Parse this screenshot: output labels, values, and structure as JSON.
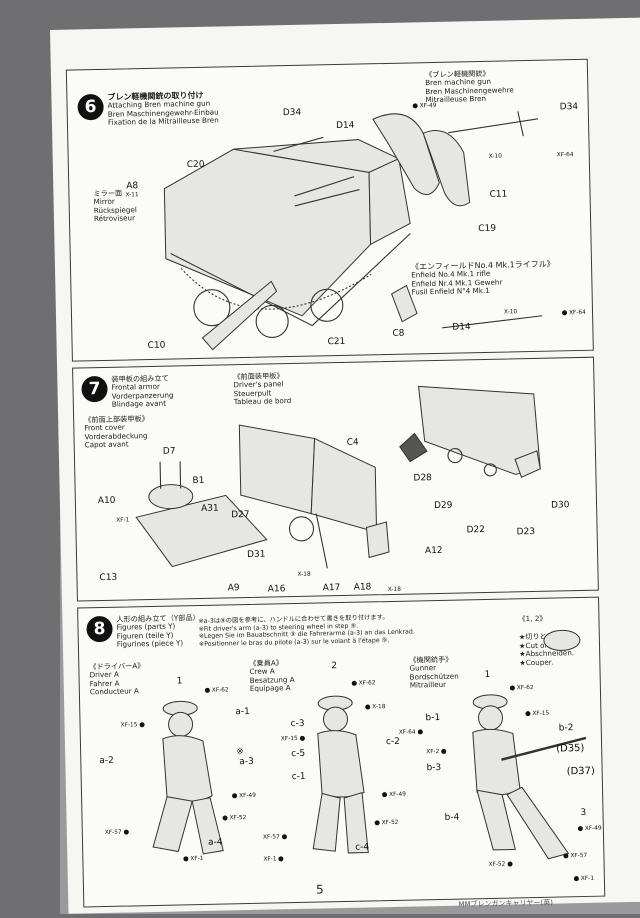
{
  "page_number": "5",
  "footer": "MMブレンガンキャリヤー(英)",
  "step6": {
    "number": "6",
    "title_lines": [
      "ブレン軽機関銃の取り付け",
      "Attaching Bren machine gun",
      "Bren Maschinengewehr-Einbau",
      "Fixation de la Mitrailleuse Bren"
    ],
    "mirror_lines": [
      "ミラー面",
      "Mirror",
      "Rückspiegel",
      "Rétroviseur"
    ],
    "bren_lines": [
      "《ブレン軽機関銃》",
      "Bren machine gun",
      "Bren Maschinengewehre",
      "Mitrailleuse Bren"
    ],
    "enfield_lines": [
      "《エンフィールドNo.4 Mk.1ライフル》",
      "Enfield No.4 Mk.1 rifle",
      "Enfield Nr.4 Mk.1 Gewehr",
      "Fusil Enfield N°4 Mk.1"
    ],
    "parts": {
      "d34a": "D34",
      "d14a": "D14",
      "c20": "C20",
      "a8": "A8",
      "c11": "C11",
      "c19": "C19",
      "c21": "C21",
      "c8": "C8",
      "c10": "C10",
      "d34b": "D34",
      "d14b": "D14"
    },
    "colors": {
      "x11": "X-11",
      "xf49": "XF-49",
      "x10a": "X-10",
      "xf64a": "XF-64",
      "x10b": "X-10",
      "xf64b": "XF-64"
    }
  },
  "step7": {
    "number": "7",
    "title_lines": [
      "装甲板の組み立て",
      "Frontal armor",
      "Vorderpanzerung",
      "Blindage avant"
    ],
    "front_cover_lines": [
      "《前面上部装甲板》",
      "Front cover",
      "Vorderabdeckung",
      "Capot avant"
    ],
    "drivers_panel_lines": [
      "《前面装甲板》",
      "Driver's panel",
      "Steuerpult",
      "Tableau de bord"
    ],
    "parts": {
      "d7": "D7",
      "b1": "B1",
      "a10": "A10",
      "a31": "A31",
      "c13": "C13",
      "a9": "A9",
      "c4": "C4",
      "d27": "D27",
      "d31": "D31",
      "a16": "A16",
      "a17": "A17",
      "a18": "A18",
      "a12": "A12",
      "d28": "D28",
      "d29": "D29",
      "d22": "D22",
      "d23": "D23",
      "d30": "D30"
    },
    "colors": {
      "xf1": "XF-1",
      "x18a": "X-18",
      "x18b": "X-18"
    }
  },
  "step8": {
    "number": "8",
    "title_lines": [
      "人形の組み立て（Y部品）",
      "Figures (parts Y)",
      "Figuren (teile Y)",
      "Figurines (piece Y)"
    ],
    "note_lines": [
      "※a-3は⑨の図を参考に、ハンドルに合わせて書きを取り付けます。",
      "※Fit driver's arm (a-3) to steering wheel in step ⑨.",
      "※Legen Sie im Bauabschnitt ⑨ die Fahrerarme (a-3) an das Lenkrad.",
      "※Positionner le bras du pilote (a-3) sur le volant à l'étape ⑨."
    ],
    "cut_lines": [
      "《1, 2》",
      "★切りとります。",
      "★Cut off.",
      "★Abschneiden.",
      "★Couper."
    ],
    "driver_lines": [
      "《ドライバーA》",
      "Driver A",
      "Fahrer A",
      "Conducteur A"
    ],
    "crew_lines": [
      "《乗員A》",
      "Crew A",
      "Besatzung A",
      "Equipage A"
    ],
    "gunner_lines": [
      "《機関銃手》",
      "Gunner",
      "Bordschützen",
      "Mitrailleur"
    ],
    "parts": {
      "n1a": "1",
      "a1": "a-1",
      "a2": "a-2",
      "a3": "a-3",
      "a4": "a-4",
      "note_mark": "※",
      "n2": "2",
      "c3": "c-3",
      "c2": "c-2",
      "c5": "c-5",
      "c1": "c-1",
      "c4": "c-4",
      "n1b": "1",
      "b1": "b-1",
      "b2": "b-2",
      "b3": "b-3",
      "b4": "b-4",
      "d35": "(D35)",
      "d37": "(D37)",
      "n3": "3"
    },
    "colors": {
      "xf62a": "XF-62",
      "xf15a": "XF-15",
      "xf49a": "XF-49",
      "xf52a": "XF-52",
      "xf57a": "XF-57",
      "xf1a": "XF-1",
      "xf62b": "XF-62",
      "x18": "X-18",
      "xf15b": "XF-15",
      "xf49b": "XF-49",
      "xf52b": "XF-52",
      "xf57b": "XF-57",
      "xf1b": "XF-1",
      "xf62c": "XF-62",
      "xf15c": "XF-15",
      "xf64": "XF-64",
      "xf2": "XF-2",
      "xf49c": "XF-49",
      "xf57c": "XF-57",
      "xf52c": "XF-52",
      "xf1c": "XF-1"
    }
  }
}
